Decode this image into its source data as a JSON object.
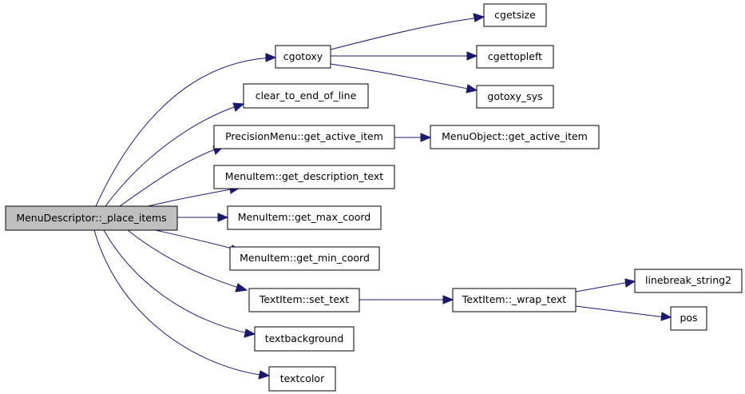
{
  "colors": {
    "edge": "#191970",
    "root_fill": "#bfbfbf",
    "node_fill": "#ffffff",
    "node_border": "#000000"
  },
  "nodes": {
    "root": "MenuDescriptor::_place_items",
    "cgotoxy": "cgotoxy",
    "cgetsize": "cgetsize",
    "cgettopleft": "cgettopleft",
    "gotoxy_sys": "gotoxy_sys",
    "clear_to_end_of_line": "clear_to_end_of_line",
    "precision_get_active_item": "PrecisionMenu::get_active_item",
    "menuobject_get_active_item": "MenuObject::get_active_item",
    "get_description_text": "MenuItem::get_description_text",
    "get_max_coord": "MenuItem::get_max_coord",
    "get_min_coord": "MenuItem::get_min_coord",
    "set_text": "TextItem::set_text",
    "wrap_text": "TextItem::_wrap_text",
    "linebreak_string2": "linebreak_string2",
    "pos": "pos",
    "textbackground": "textbackground",
    "textcolor": "textcolor"
  }
}
